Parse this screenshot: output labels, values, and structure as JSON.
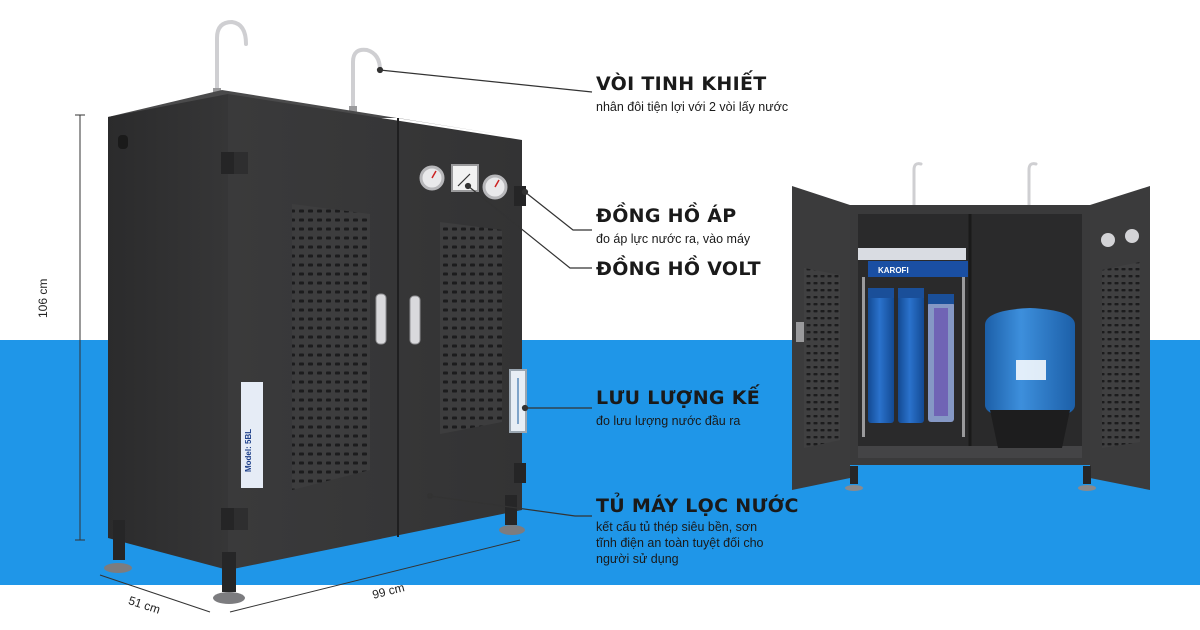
{
  "callouts": {
    "faucet": {
      "title": "VÒI TINH KHIẾT",
      "desc": "nhân đôi tiện lợi với 2 vòi lấy nước"
    },
    "pressure_gauge": {
      "title": "ĐỒNG HỒ ÁP",
      "desc": "đo áp lực nước ra, vào máy"
    },
    "volt_meter": {
      "title": "ĐỒNG HỒ VOLT"
    },
    "flow_meter": {
      "title": "LƯU LƯỢNG KẾ",
      "desc": "đo lưu lượng nước đầu ra"
    },
    "cabinet": {
      "title": "TỦ MÁY LỌC NƯỚC",
      "desc_lines": [
        "kết cấu tủ thép siêu bền, sơn",
        "tĩnh điện an toàn tuyệt đối cho",
        "người sử dụng"
      ]
    }
  },
  "dimensions": {
    "height": "106 cm",
    "depth": "51 cm",
    "width": "99 cm"
  },
  "labels": {
    "model": "Model: 5BL",
    "brand": "KAROFI"
  },
  "colors": {
    "floor": "#1f96e8",
    "cabinet": "#3a3a3b",
    "cabinet_dark": "#2a2a2b",
    "filter": "#1e5fb5",
    "tank": "#2f7fd0",
    "text": "#1a1a1a"
  }
}
